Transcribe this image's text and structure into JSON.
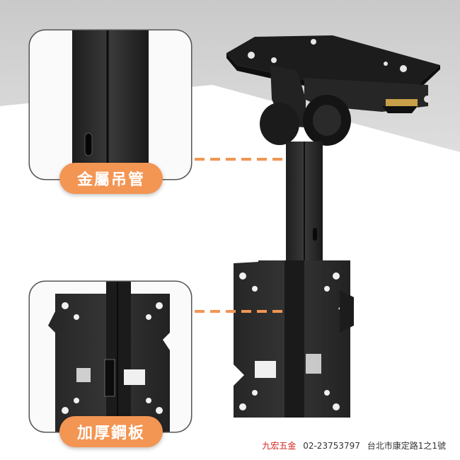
{
  "labels": {
    "top": "金屬吊管",
    "bottom": "加厚鋼板"
  },
  "footer": {
    "brand": "九宏五金",
    "phone": "02-23753797",
    "address": "台北市康定路1之1號"
  },
  "colors": {
    "accent": "#f39553",
    "brand_red": "#d0231b",
    "metal": "#2b2b2b"
  }
}
